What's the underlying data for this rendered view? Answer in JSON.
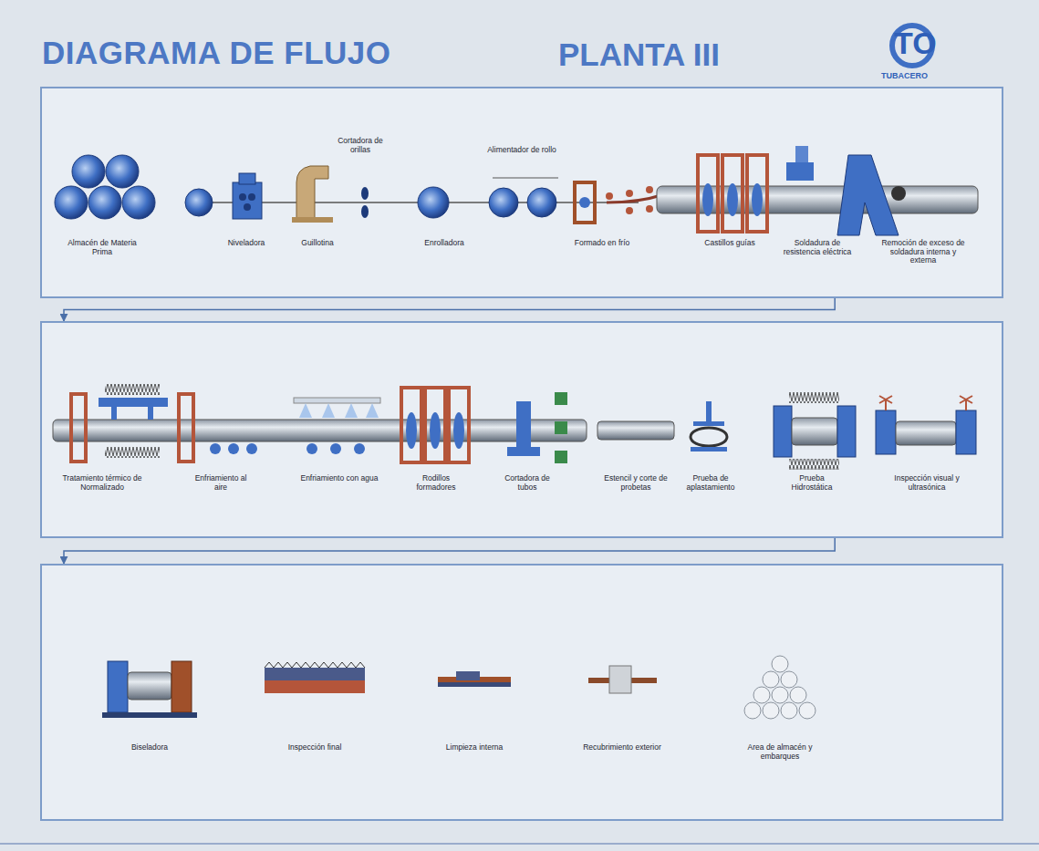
{
  "diagram": {
    "title": "DIAGRAMA DE FLUJO",
    "nodes": [
      {
        "text": [
          "Almacén de Materia Prima",
          "Niveladora",
          "Guillotina",
          "Cortadora de orillas",
          "Enrolladora",
          "Alimentador de rollo",
          "Formado en frío",
          "Castillos guías",
          "Soldadura de resistencia eléctrica",
          "Remoción de exceso de soldadura interna y externa"
        ]
      },
      {
        "text": [
          "Tratamiento térmico de Normalizado",
          "Enfriamiento al aire",
          "Enfriamiento con agua",
          "Rodillos formadores",
          "Cortadora de tubos",
          "Estencil y corte de probetas",
          "Prueba de aplastamiento",
          "Prueba Hidrostática",
          "Inspección visual y ultrasónica"
        ]
      },
      {
        "text": [
          "Biseladora",
          "Inspección final",
          "Limpieza interna",
          "Recubrimiento exterior",
          "Area de almacén y embarques"
        ]
      }
    ],
    "edges": [
      {
        "from": 0,
        "to": 1,
        "arrow": "to"
      },
      {
        "from": 1,
        "to": 2,
        "arrow": "to"
      }
    ],
    "labels": [
      "PLANTA III",
      "TO",
      "TUBACERO"
    ]
  }
}
